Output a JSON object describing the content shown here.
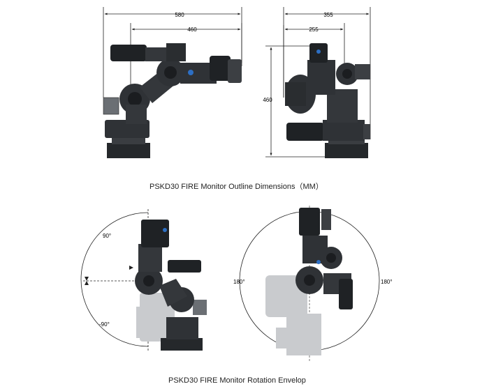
{
  "outline": {
    "caption": "PSKD30 FIRE Monitor Outline Dimensions（MM）",
    "side_view": {
      "overall_width": "580",
      "inner_width": "460"
    },
    "front_view": {
      "overall_width": "355",
      "inner_width": "255",
      "height": "460"
    }
  },
  "rotation": {
    "caption": "PSKD30 FIRE Monitor Rotation Envelop",
    "vertical": {
      "upper": "90°",
      "lower": "-90°"
    },
    "horizontal": {
      "left": "180°",
      "right": "180°"
    }
  },
  "colors": {
    "body": "#2f3236",
    "dark": "#1b1d20",
    "ghost": "#c9cbce",
    "accent": "#2d6fc4",
    "line": "#222222"
  }
}
